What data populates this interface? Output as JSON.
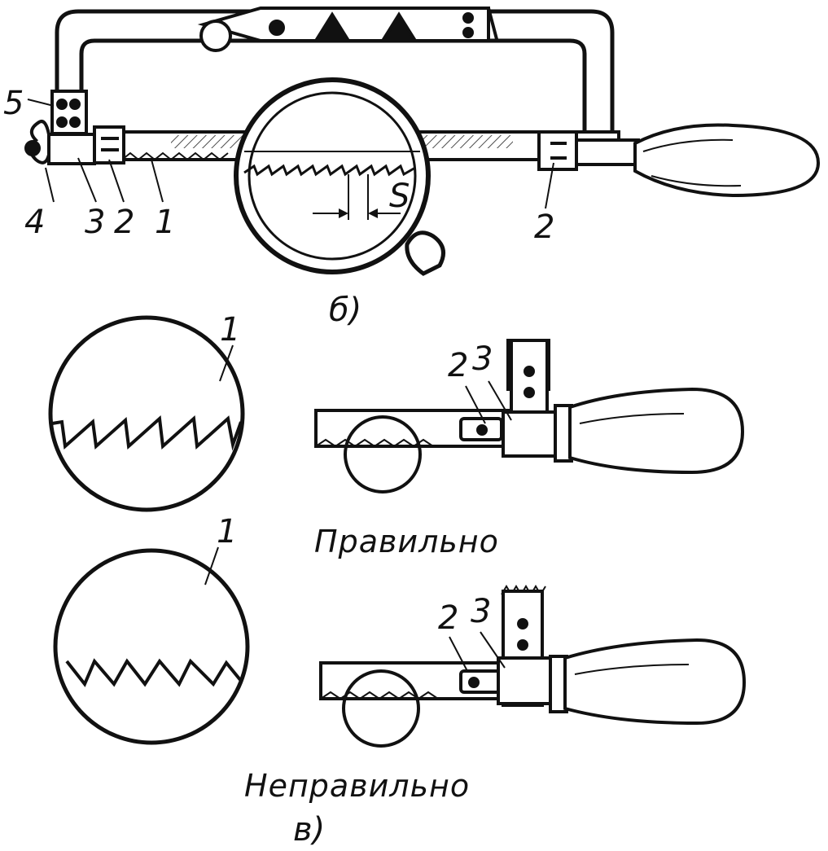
{
  "figure": {
    "labels": {
      "part_5": "5",
      "part_4": "4",
      "part_3": "3",
      "part_2": "2",
      "part_1": "1",
      "part_2_right": "2",
      "pitch": "S",
      "sub_b": "б)",
      "sub_v": "в)",
      "detail_1_correct": "1",
      "detail_1_wrong": "1",
      "detail_2_correct": "2",
      "detail_3_correct": "3",
      "detail_2_wrong": "2",
      "detail_3_wrong": "3"
    },
    "captions": {
      "correct": "Правильно",
      "wrong": "Неправильно"
    },
    "colors": {
      "ink": "#111111",
      "paper": "#ffffff"
    }
  }
}
